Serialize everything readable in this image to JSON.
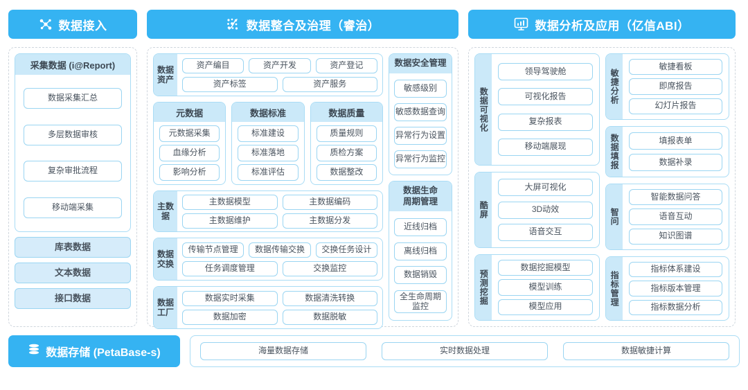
{
  "headers": [
    {
      "label": "数据接入",
      "icon": "network-nodes-icon"
    },
    {
      "label": "数据整合及治理（睿治）",
      "icon": "data-dots-icon"
    },
    {
      "label": "数据分析及应用（亿信ABI）",
      "icon": "monitor-chart-icon"
    }
  ],
  "colors": {
    "brand": "#35b3f2",
    "panel_head": "#cbe9f9",
    "pill_border": "#9ad5f2",
    "pill_fill": "#d6ecfa",
    "text": "#3e4a56",
    "dashed_border": "#cfd6dd"
  },
  "column1": {
    "card": {
      "title": "采集数据 (i@Report)",
      "items": [
        "数据采集汇总",
        "多层数据审核",
        "复杂审批流程",
        "移动端采集"
      ]
    },
    "loose_items": [
      "库表数据",
      "文本数据",
      "接口数据"
    ]
  },
  "column2": {
    "asset": {
      "label": "数据资产",
      "row1": [
        "资产编目",
        "资产开发",
        "资产登记"
      ],
      "row2": [
        "资产标签",
        "资产服务"
      ]
    },
    "trio": [
      {
        "title": "元数据",
        "items": [
          "元数据采集",
          "血缘分析",
          "影响分析"
        ]
      },
      {
        "title": "数据标准",
        "items": [
          "标准建设",
          "标准落地",
          "标准评估"
        ]
      },
      {
        "title": "数据质量",
        "items": [
          "质量规则",
          "质检方案",
          "数据整改"
        ]
      }
    ],
    "master": {
      "label": "主数据",
      "row1": [
        "主数据模型",
        "主数据编码"
      ],
      "row2": [
        "主数据维护",
        "主数据分发"
      ]
    },
    "exchange": {
      "label": "数据交换",
      "row1": [
        "传输节点管理",
        "数据传输交换",
        "交换任务设计"
      ],
      "row2": [
        "任务调度管理",
        "交换监控"
      ]
    },
    "factory": {
      "label": "数据工厂",
      "row1": [
        "数据实时采集",
        "数据清洗转换"
      ],
      "row2": [
        "数据加密",
        "数据脱敏"
      ]
    },
    "security": {
      "title": "数据安全管理",
      "items": [
        "敏感级别",
        "敏感数据查询",
        "异常行为设置",
        "异常行为监控"
      ]
    },
    "lifecycle": {
      "title": "数据生命\n周期管理",
      "items": [
        "近线归档",
        "离线归档",
        "数据销毁",
        "全生命周期\n监控"
      ]
    }
  },
  "column3": {
    "left": [
      {
        "label": "数据可视化",
        "items": [
          "领导驾驶舱",
          "可视化报告",
          "复杂报表",
          "移动端展现"
        ]
      },
      {
        "label": "酷屏",
        "items": [
          "大屏可视化",
          "3D动效",
          "语音交互"
        ]
      },
      {
        "label": "预测挖掘",
        "items": [
          "数据挖掘模型",
          "模型训练",
          "模型应用"
        ]
      }
    ],
    "right": [
      {
        "label": "敏捷分析",
        "items": [
          "敏捷看板",
          "即席报告",
          "幻灯片报告"
        ]
      },
      {
        "label": "数据填报",
        "items": [
          "填报表单",
          "数据补录"
        ]
      },
      {
        "label": "智问",
        "items": [
          "智能数据问答",
          "语音互动",
          "知识图谱"
        ]
      },
      {
        "label": "指标管理",
        "items": [
          "指标体系建设",
          "指标版本管理",
          "指标数据分析"
        ]
      }
    ]
  },
  "bottom": {
    "header": {
      "label": "数据存储 (PetaBase-s)",
      "icon": "database-stack-icon"
    },
    "items": [
      "海量数据存储",
      "实时数据处理",
      "数据敏捷计算"
    ]
  }
}
